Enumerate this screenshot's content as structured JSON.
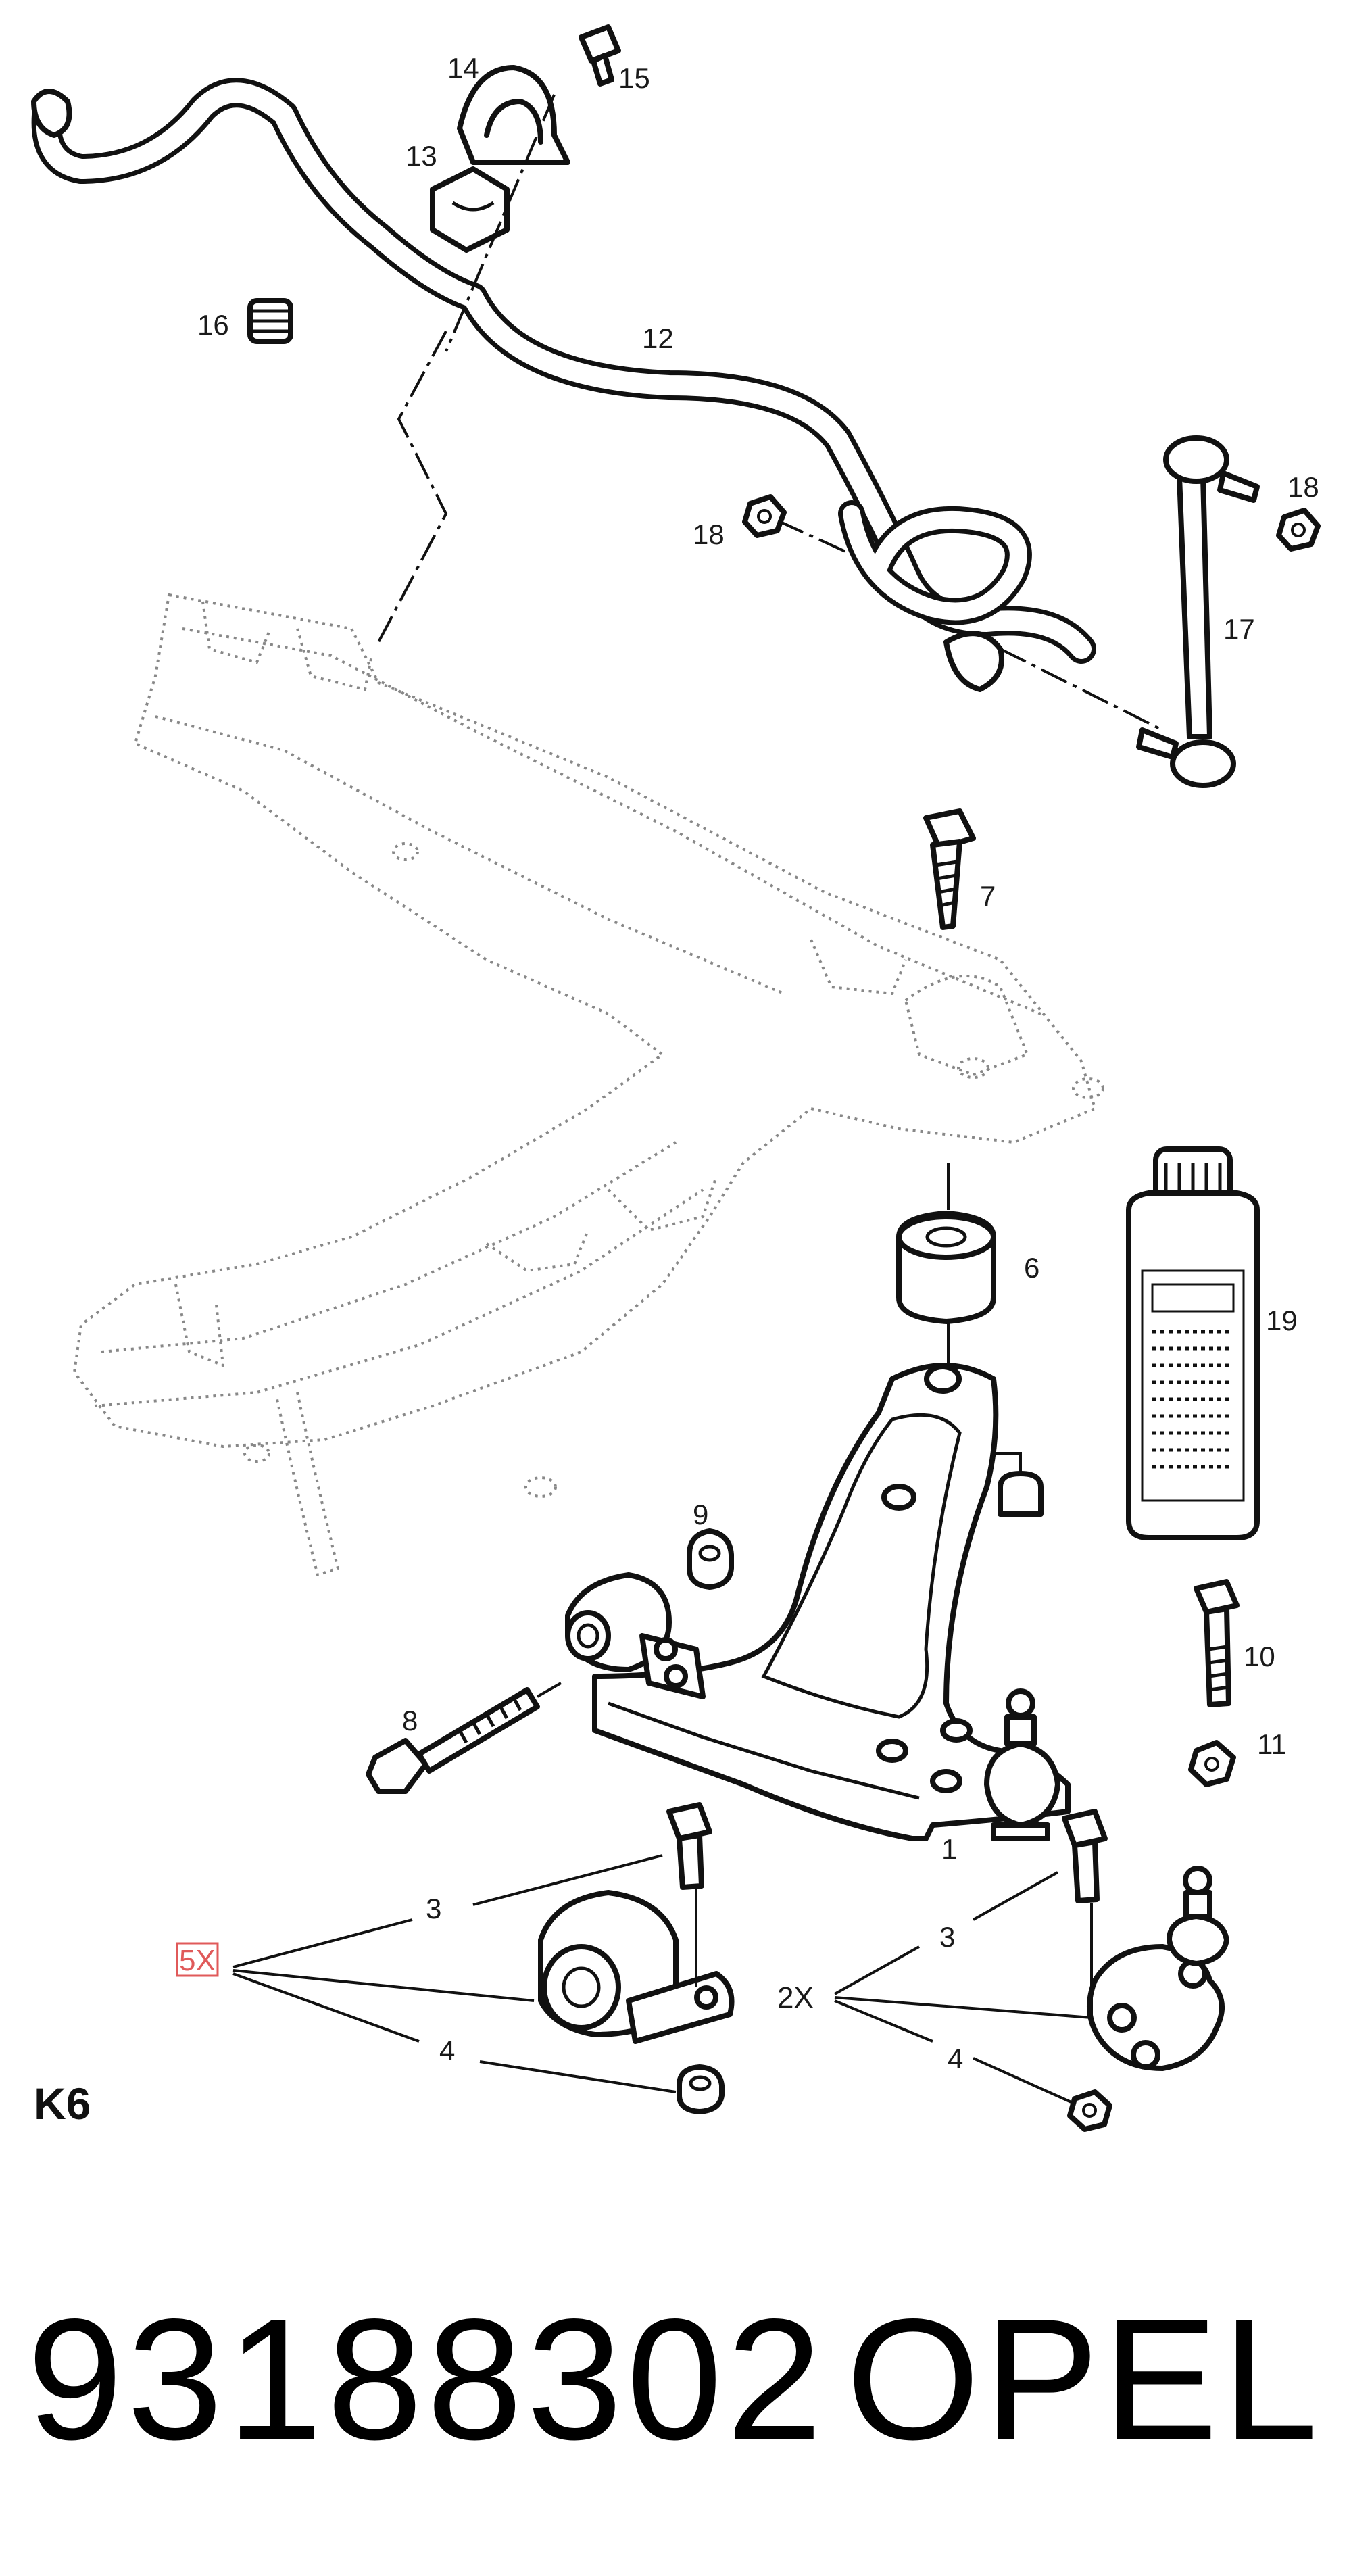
{
  "diagram": {
    "section_code": "K6",
    "callouts": {
      "c1": "1",
      "c3a": "3",
      "c3b": "3",
      "c4a": "4",
      "c4b": "4",
      "c6": "6",
      "c7": "7",
      "c8": "8",
      "c9": "9",
      "c10": "10",
      "c11": "11",
      "c12": "12",
      "c13": "13",
      "c14": "14",
      "c15": "15",
      "c16": "16",
      "c17": "17",
      "c18a": "18",
      "c18b": "18",
      "c19": "19"
    },
    "multipliers": {
      "bushing_kit": "5X",
      "ball_joint_kit": "2X"
    }
  },
  "footer": {
    "part_number": "93188302",
    "brand": "OPEL"
  },
  "colors": {
    "line": "#111111",
    "frame_dashed": "#888888",
    "highlight_box": "#e05a5a"
  }
}
